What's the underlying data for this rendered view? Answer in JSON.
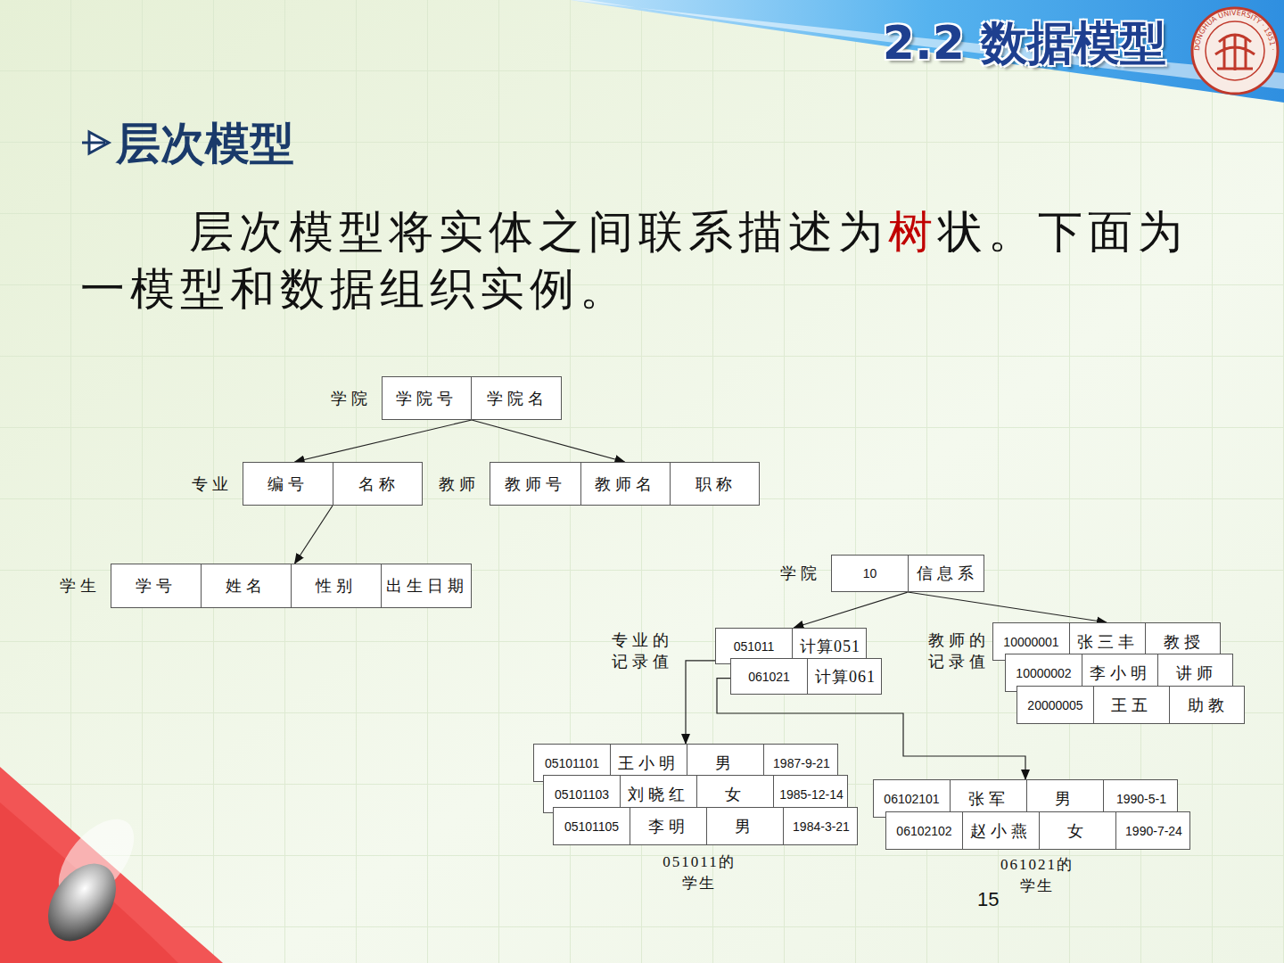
{
  "diagram": {
    "title": "2.2 数据模型",
    "nodes": [
      {
        "text": [
          "学院"
        ]
      },
      {
        "text": [
          "学院号"
        ],
        "in": 0
      },
      {
        "text": [
          "学院名"
        ],
        "in": 0
      },
      {
        "text": [
          "专业"
        ]
      },
      {
        "text": [
          "编号"
        ],
        "in": 3
      },
      {
        "text": [
          "名称"
        ],
        "in": 3
      },
      {
        "text": [
          "教师"
        ]
      },
      {
        "text": [
          "教师号"
        ],
        "in": 6
      },
      {
        "text": [
          "教师名"
        ],
        "in": 6
      },
      {
        "text": [
          "职称"
        ],
        "in": 6
      },
      {
        "text": [
          "学生"
        ]
      },
      {
        "text": [
          "学号"
        ],
        "in": 10
      },
      {
        "text": [
          "姓名"
        ],
        "in": 10
      },
      {
        "text": [
          "性别"
        ],
        "in": 10
      },
      {
        "text": [
          "出生日期"
        ],
        "in": 10
      },
      {
        "text": [
          "学院"
        ]
      },
      {
        "text": [
          "10"
        ],
        "in": 15
      },
      {
        "text": [
          "信息系"
        ],
        "in": 15
      },
      {
        "text": []
      },
      {
        "text": [
          "051011"
        ],
        "in": 18
      },
      {
        "text": [
          "计算051"
        ],
        "in": 18
      },
      {
        "text": []
      },
      {
        "text": [
          "061021"
        ],
        "in": 21
      },
      {
        "text": [
          "计算061"
        ],
        "in": 21
      },
      {
        "text": []
      },
      {
        "text": [
          "10000001"
        ],
        "in": 24
      },
      {
        "text": [
          "张三丰"
        ],
        "in": 24
      },
      {
        "text": [
          "教授"
        ],
        "in": 24
      },
      {
        "text": []
      },
      {
        "text": [
          "10000002"
        ],
        "in": 28
      },
      {
        "text": [
          "李小明"
        ],
        "in": 28
      },
      {
        "text": [
          "讲师"
        ],
        "in": 28
      },
      {
        "text": []
      },
      {
        "text": [
          "20000005"
        ],
        "in": 32
      },
      {
        "text": [
          "王五"
        ],
        "in": 32
      },
      {
        "text": [
          "助教"
        ],
        "in": 32
      },
      {
        "text": []
      },
      {
        "text": [
          "05101101"
        ],
        "in": 36
      },
      {
        "text": [
          "王小明"
        ],
        "in": 36
      },
      {
        "text": [
          "男"
        ],
        "in": 36
      },
      {
        "text": [
          "1987-9-21"
        ],
        "in": 36
      },
      {
        "text": []
      },
      {
        "text": [
          "05101103"
        ],
        "in": 41
      },
      {
        "text": [
          "刘晓红"
        ],
        "in": 41
      },
      {
        "text": [
          "女"
        ],
        "in": 41
      },
      {
        "text": [
          "1985-12-14"
        ],
        "in": 41
      },
      {
        "text": []
      },
      {
        "text": [
          "05101105"
        ],
        "in": 46
      },
      {
        "text": [
          "李明"
        ],
        "in": 46
      },
      {
        "text": [
          "男"
        ],
        "in": 46
      },
      {
        "text": [
          "1984-3-21"
        ],
        "in": 46
      },
      {
        "text": []
      },
      {
        "text": [
          "06102101"
        ],
        "in": 51
      },
      {
        "text": [
          "张军"
        ],
        "in": 51
      },
      {
        "text": [
          "男"
        ],
        "in": 51
      },
      {
        "text": [
          "1990-5-1"
        ],
        "in": 51
      },
      {
        "text": []
      },
      {
        "text": [
          "06102102"
        ],
        "in": 56
      },
      {
        "text": [
          "赵小燕"
        ],
        "in": 56
      },
      {
        "text": [
          "女"
        ],
        "in": 56
      },
      {
        "text": [
          "1990-7-24"
        ],
        "in": 56
      }
    ],
    "edges": [
      {
        "from": 0,
        "to": 3,
        "arrow": "to"
      },
      {
        "from": 0,
        "to": 6,
        "arrow": "to"
      },
      {
        "from": 3,
        "to": 10,
        "arrow": "to"
      },
      {
        "from": 15,
        "to": 18,
        "arrow": "to"
      },
      {
        "from": 15,
        "to": 24,
        "arrow": "to"
      },
      {
        "from": 18,
        "to": 36,
        "arrow": "to"
      },
      {
        "from": 21,
        "to": 51,
        "arrow": "to"
      }
    ],
    "labels": [
      "层次模型",
      "层次模型将实体之间联系描述为",
      "树",
      "状。下面为一模型和数据组织实例。",
      "专业的记录值",
      "教师的记录值",
      "051011的学生",
      "061021的学生",
      "15",
      "DONGHUA UNIVERSITY · 1951 ·"
    ]
  }
}
